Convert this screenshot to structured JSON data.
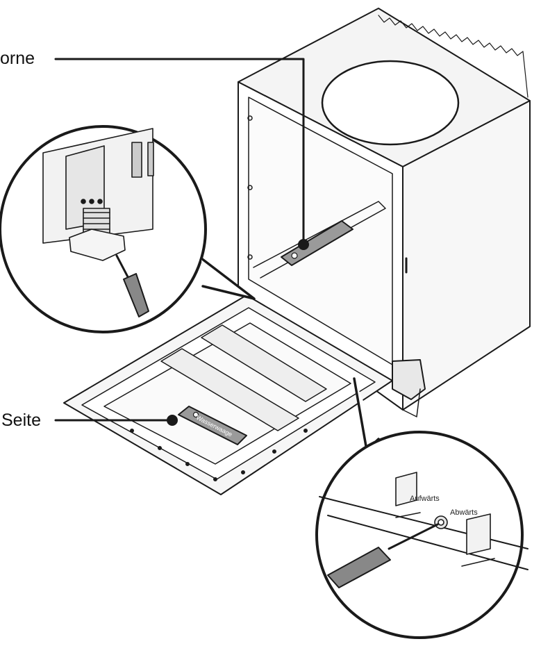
{
  "callouts": {
    "top_label": "orne",
    "side_label": "Seite"
  },
  "detail_labels": {
    "up": "Aufwärts",
    "down": "Abwärts"
  },
  "level_text": "Wasserwaage",
  "colors": {
    "line": "#1a1a1a",
    "fill_light": "#f4f4f4",
    "fill_mid": "#e3e3e3",
    "fill_dark": "#9a9a9a",
    "background": "#ffffff"
  }
}
